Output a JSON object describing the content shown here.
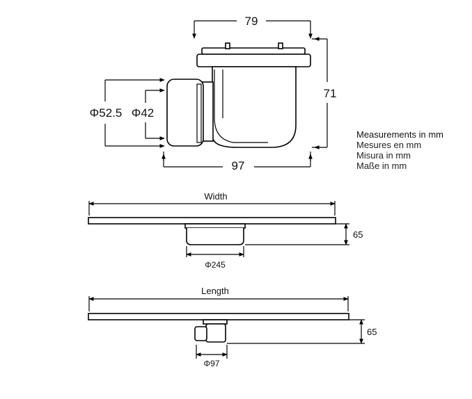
{
  "top_view": {
    "dim_top": "79",
    "dim_right": "71",
    "dim_bottom": "97",
    "dia_outer": "Φ52.5",
    "dia_inner": "Φ42"
  },
  "measurements": {
    "title": "Measurements in mm",
    "lines": [
      "Mesures en mm",
      "Misura in mm",
      "Maße in mm"
    ]
  },
  "width_view": {
    "label": "Width",
    "height": "65",
    "diameter": "Φ245"
  },
  "length_view": {
    "label": "Length",
    "height": "65",
    "diameter": "Φ97"
  }
}
